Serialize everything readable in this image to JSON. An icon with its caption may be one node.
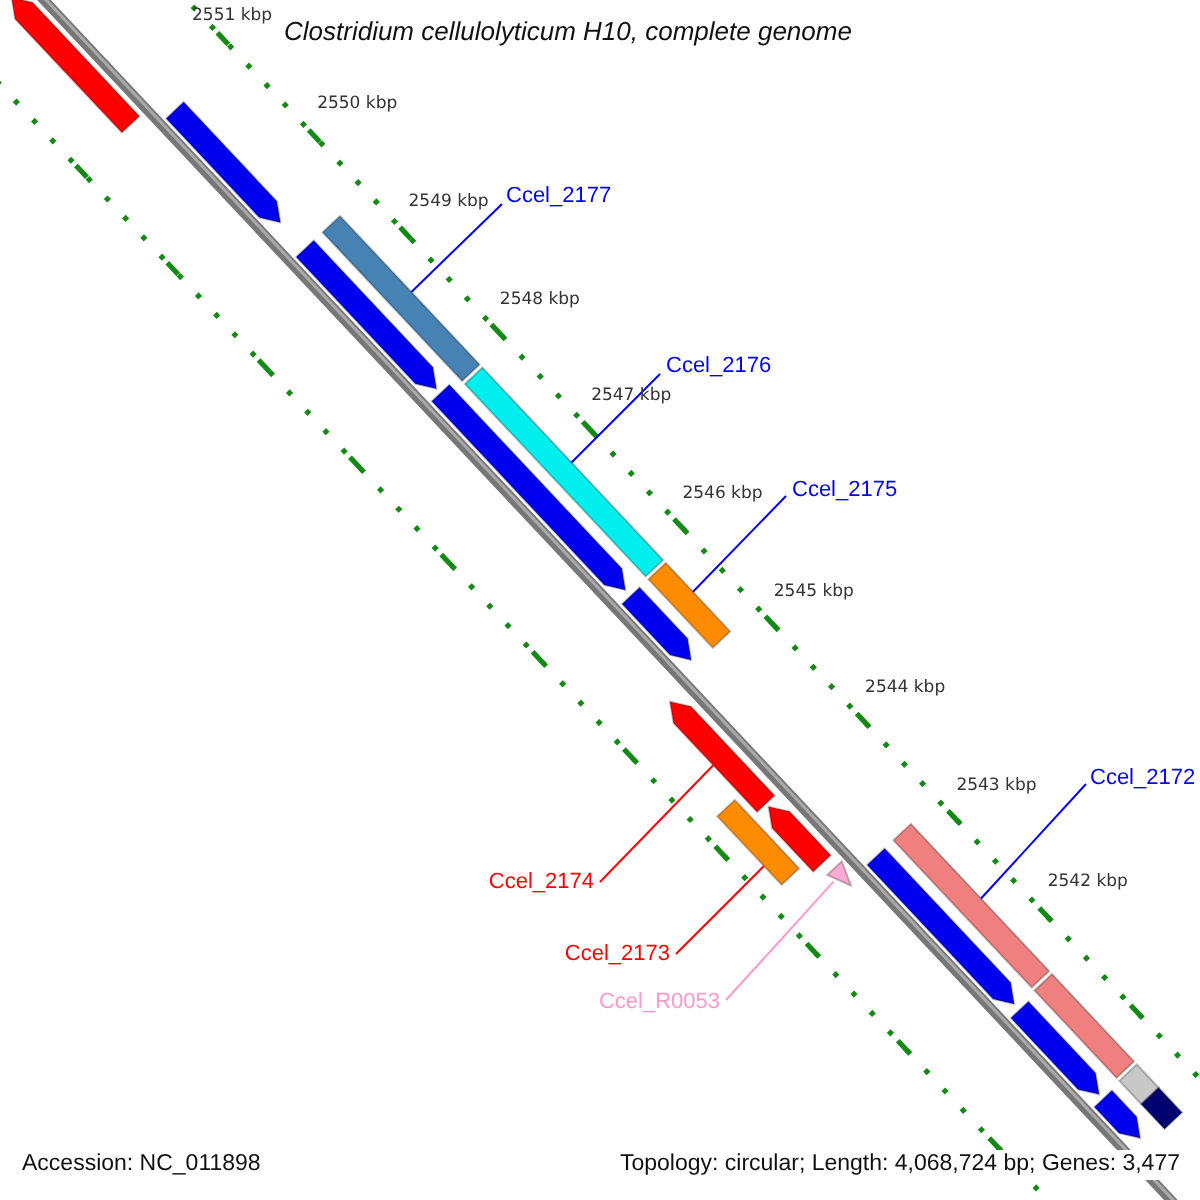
{
  "diagram": {
    "title": "Clostridium cellulolyticum H10, complete genome",
    "nodes": [
      {
        "text": [
          "Ccel_2177"
        ]
      },
      {
        "text": [],
        "shape": "bar"
      },
      {
        "text": [
          "Ccel_2176"
        ]
      },
      {
        "text": [],
        "shape": "bar"
      },
      {
        "text": [
          "Ccel_2175"
        ]
      },
      {
        "text": [],
        "shape": "bar"
      },
      {
        "text": [
          "Ccel_2172"
        ]
      },
      {
        "text": [],
        "shape": "bar"
      },
      {
        "text": [
          "Ccel_2174"
        ]
      },
      {
        "text": [],
        "shape": "arrow"
      },
      {
        "text": [
          "Ccel_2173"
        ]
      },
      {
        "text": [],
        "shape": "bar"
      },
      {
        "text": [
          "Ccel_R0053"
        ]
      },
      {
        "text": [],
        "shape": "triangle"
      },
      {
        "text": [],
        "shape": "arrow"
      },
      {
        "text": [],
        "shape": "arrow"
      },
      {
        "text": [],
        "shape": "arrow"
      },
      {
        "text": [],
        "shape": "arrow"
      },
      {
        "text": [],
        "shape": "arrow"
      },
      {
        "text": [],
        "shape": "arrow"
      },
      {
        "text": [],
        "shape": "arrow"
      },
      {
        "text": [],
        "shape": "arrow"
      },
      {
        "text": [],
        "shape": "bar"
      },
      {
        "text": [],
        "shape": "bar"
      },
      {
        "text": [],
        "shape": "bar"
      },
      {
        "text": [],
        "shape": "arrow"
      }
    ],
    "edges": [
      {
        "from": 0,
        "to": 1,
        "arrow": "none"
      },
      {
        "from": 2,
        "to": 3,
        "arrow": "none"
      },
      {
        "from": 4,
        "to": 5,
        "arrow": "none"
      },
      {
        "from": 6,
        "to": 7,
        "arrow": "none"
      },
      {
        "from": 8,
        "to": 9,
        "arrow": "none",
        "color": "#ff0000"
      },
      {
        "from": 10,
        "to": 11,
        "arrow": "none",
        "color": "#ff0000"
      },
      {
        "from": 12,
        "to": 13,
        "arrow": "none",
        "color": "#ff99cc"
      }
    ],
    "labels": [
      "2551 kbp",
      "2550 kbp",
      "2549 kbp",
      "2548 kbp",
      "2547 kbp",
      "2546 kbp",
      "2545 kbp",
      "2544 kbp",
      "2543 kbp",
      "2542 kbp",
      "Accession: NC_011898",
      "Topology: circular; Length: 4,068,724 bp; Genes: 3,477"
    ]
  }
}
